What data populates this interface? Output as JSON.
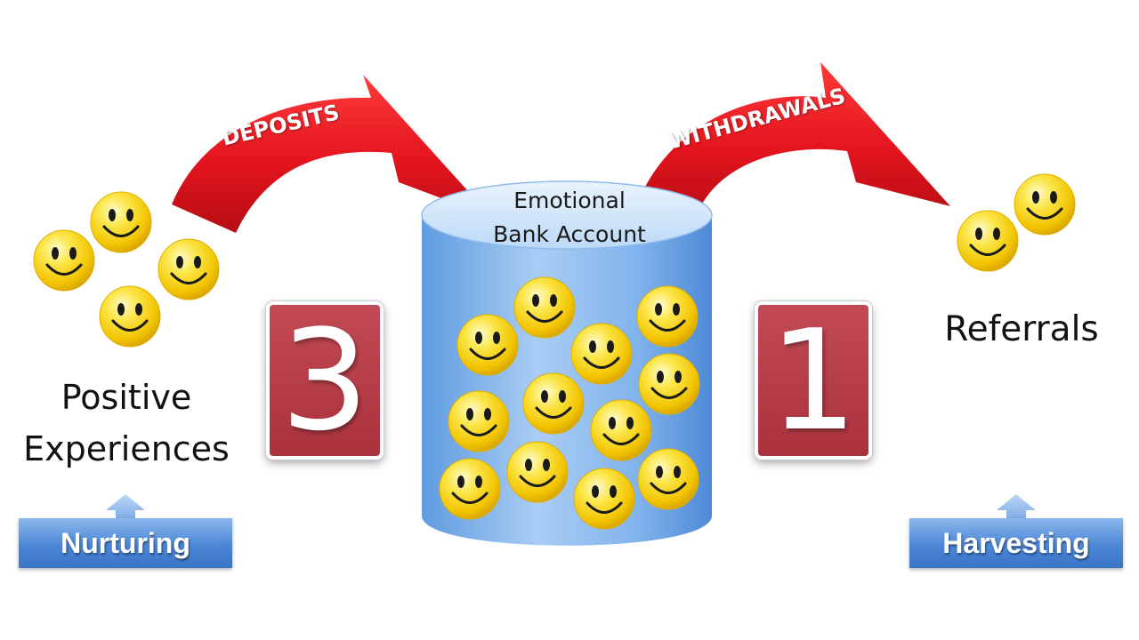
{
  "arrows": {
    "deposits_label": "DEPOSITS",
    "withdrawals_label": "WITHDRAWALS",
    "color": "#e8141f"
  },
  "left": {
    "label": "Positive Experiences",
    "button": "Nurturing"
  },
  "center": {
    "label_line1": "Emotional",
    "label_line2": "Bank Account",
    "container_color": "#7fb2ec"
  },
  "ratio": {
    "left_number": "3",
    "right_number": "1",
    "box_color": "#b03a45"
  },
  "right": {
    "label": "Referrals",
    "button": "Harvesting"
  },
  "colors": {
    "smiley": "#f6d300",
    "button_blue": "#4a86d6"
  },
  "icons": [
    "smiley-icon",
    "up-arrow-icon",
    "curved-arrow-icon"
  ]
}
